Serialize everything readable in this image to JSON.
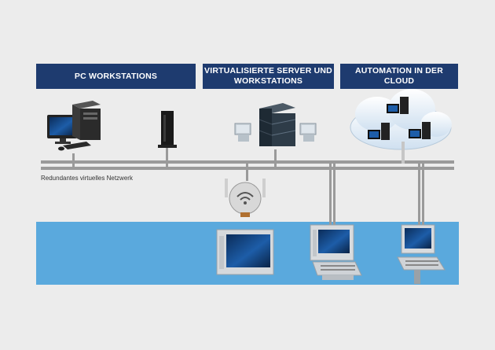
{
  "headers": {
    "pc": "PC WORKSTATIONS",
    "virtual_line1": "VIRTUALISIERTE SERVER UND",
    "virtual_line2": "WORKSTATIONS",
    "cloud": "AUTOMATION IN DER CLOUD"
  },
  "network_label": "Redundantes virtuelles Netzwerk",
  "colors": {
    "header_bg": "#1e3b6f",
    "background": "#ececec",
    "plant_floor": "#5aa9dd",
    "network_bar": "#9a9a9a",
    "cloud": "#dbe8f3"
  }
}
